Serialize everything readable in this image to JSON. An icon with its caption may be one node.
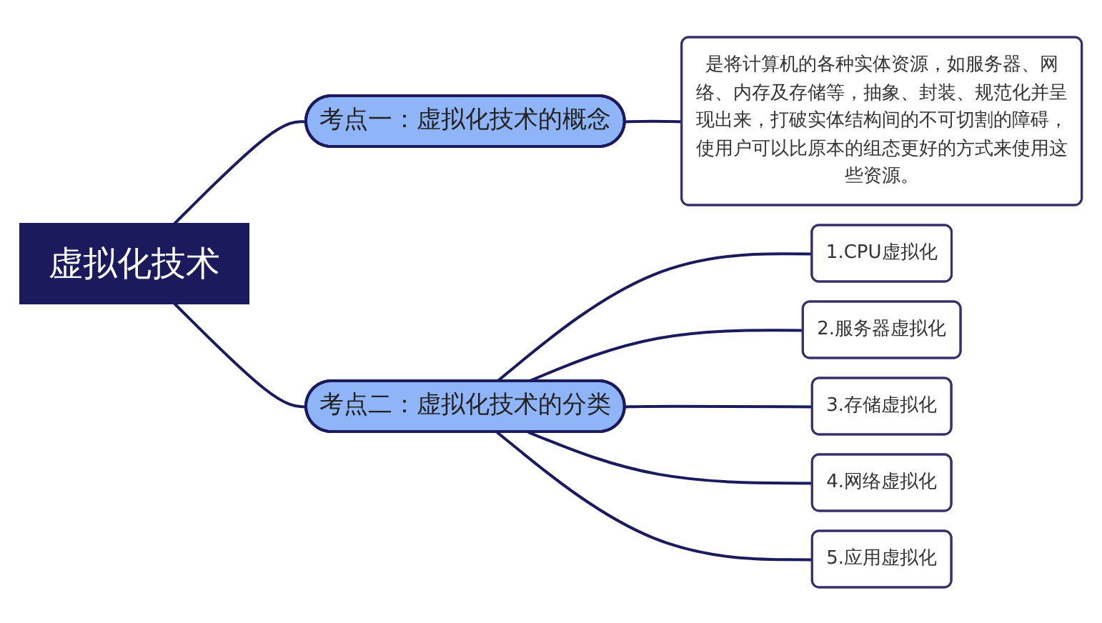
{
  "diagram": {
    "nodes": [
      {
        "text": [
          "虚拟化技术"
        ]
      },
      {
        "text": [
          "考点一：虚拟化技术的概念"
        ]
      },
      {
        "text": [
          "是将计算机的各种实体资源，如服务器、网络、内存及存储等，抽象、封装、规范化并呈现出来，打破实体结构间的不可切割的障碍，使用户可以比原本的组态更好的方式来使用这些资源。"
        ]
      },
      {
        "text": [
          "考点二：虚拟化技术的分类"
        ]
      },
      {
        "text": [
          "1.CPU虚拟化"
        ]
      },
      {
        "text": [
          "2.服务器虚拟化"
        ]
      },
      {
        "text": [
          "3.存储虚拟化"
        ]
      },
      {
        "text": [
          "4.网络虚拟化"
        ]
      },
      {
        "text": [
          "5.应用虚拟化"
        ]
      }
    ],
    "edges": [
      {
        "from": 0,
        "to": 1,
        "arrow": "none"
      },
      {
        "from": 0,
        "to": 3,
        "arrow": "none"
      },
      {
        "from": 1,
        "to": 2,
        "arrow": "none"
      },
      {
        "from": 3,
        "to": 4,
        "arrow": "none"
      },
      {
        "from": 3,
        "to": 5,
        "arrow": "none"
      },
      {
        "from": 3,
        "to": 6,
        "arrow": "none"
      },
      {
        "from": 3,
        "to": 7,
        "arrow": "none"
      },
      {
        "from": 3,
        "to": 8,
        "arrow": "none"
      }
    ]
  }
}
